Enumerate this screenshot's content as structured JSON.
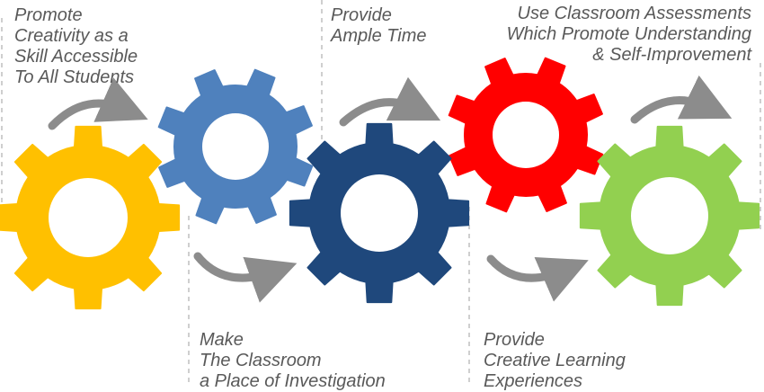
{
  "colors": {
    "gear_yellow": "#FFC000",
    "gear_light_blue": "#4F81BD",
    "gear_dark_blue": "#1F487C",
    "gear_red": "#FF0000",
    "gear_green": "#92D050",
    "arrow": "#8C8C8C",
    "divider": "#BFBFBF",
    "text": "#595959"
  },
  "steps": [
    {
      "lines": [
        "Promote",
        "Creativity as a",
        "Skill Accessible",
        "To All Students"
      ],
      "gear_color": "yellow"
    },
    {
      "lines": [
        "Make",
        "The Classroom",
        "a Place of Investigation"
      ],
      "gear_color": "light-blue"
    },
    {
      "lines": [
        "Provide",
        "Ample Time"
      ],
      "gear_color": "dark-blue"
    },
    {
      "lines": [
        "Provide",
        "Creative Learning",
        "Experiences"
      ],
      "gear_color": "red"
    },
    {
      "lines": [
        "Use Classroom Assessments",
        "Which Promote Understanding",
        "& Self-Improvement"
      ],
      "gear_color": "green"
    }
  ]
}
